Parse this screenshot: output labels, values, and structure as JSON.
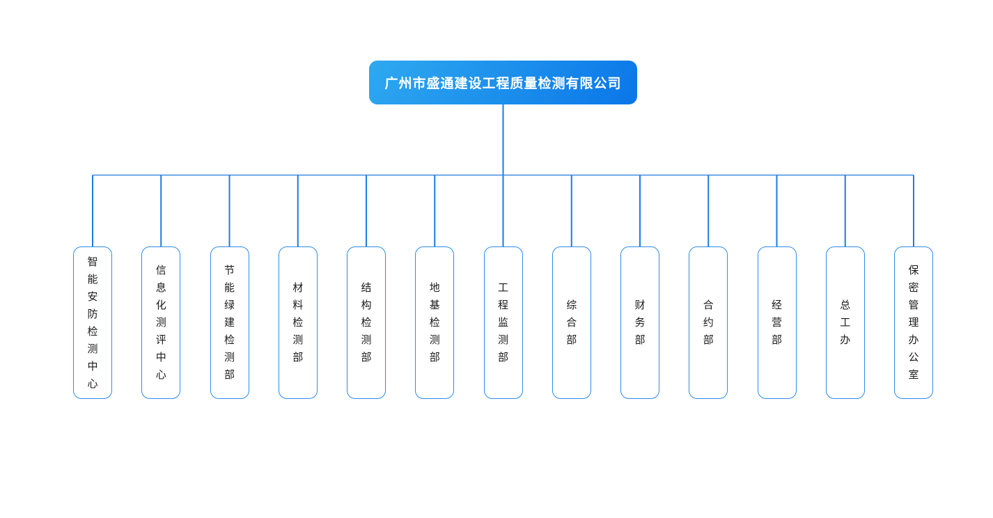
{
  "root": {
    "label": "广州市盛通建设工程质量检测有限公司"
  },
  "departments": [
    "智能安防检测中心",
    "信息化测评中心",
    "节能绿建检测部",
    "材料检测部",
    "结构检测部",
    "地基检测部",
    "工程监测部",
    "综合部",
    "财务部",
    "合约部",
    "经营部",
    "总工办",
    "保密管理办公室"
  ],
  "colors": {
    "background": "#FFFFFF",
    "root_gradient_start": "#2FA9F0",
    "root_gradient_end": "#0A76E8",
    "root_text": "#FFFFFF",
    "connector_vertical": "#1B7CE0",
    "connector_horizontal": "#3E8CE4",
    "box_border": "#2E8BE8",
    "box_background": "#FFFFFF",
    "box_text": "#1A1A1A"
  }
}
